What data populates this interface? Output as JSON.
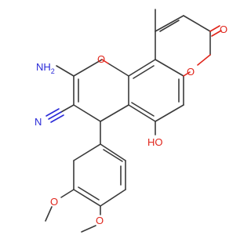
{
  "molecule": {
    "labels": {
      "amine": "NH",
      "amine_sub": "2",
      "nitrile": "N",
      "ring_o1": "O",
      "ring_o2": "O",
      "carbonyl_o": "O",
      "hydroxyl": "HO",
      "methoxy_o1": "O",
      "methoxy_o2": "O"
    }
  }
}
